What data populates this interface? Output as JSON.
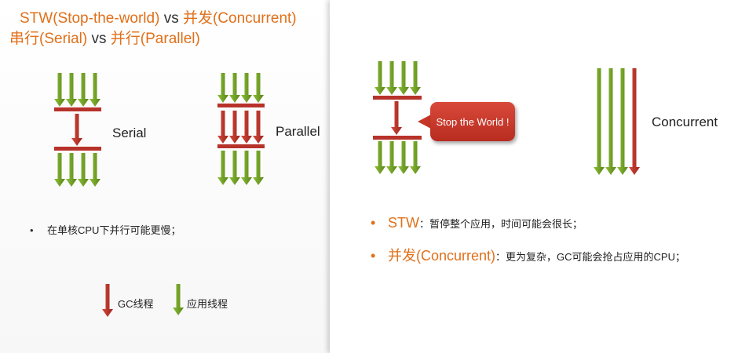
{
  "left": {
    "title_a": "串行(Serial)",
    "title_vs": "vs",
    "title_b": "并行(Parallel)",
    "serial_label": "Serial",
    "parallel_label": "Parallel",
    "bullet_text": "在单核CPU下并行可能更慢；",
    "legend_gc": "GC线程",
    "legend_app": "应用线程"
  },
  "right": {
    "title_a": "STW(Stop-the-world)",
    "title_vs": "vs",
    "title_b": "并发(Concurrent)",
    "callout": "Stop the World !",
    "concurrent_label": "Concurrent",
    "bullets": [
      {
        "key": "STW",
        "text": "：暂停整个应用，时间可能会很长；"
      },
      {
        "key": "并发(Concurrent)",
        "text": "：更为复杂，GC可能会抢占应用的CPU；"
      }
    ]
  },
  "colors": {
    "app_thread": "#6e9b22",
    "gc_thread": "#b7322a",
    "title_accent": "#e0701a"
  }
}
